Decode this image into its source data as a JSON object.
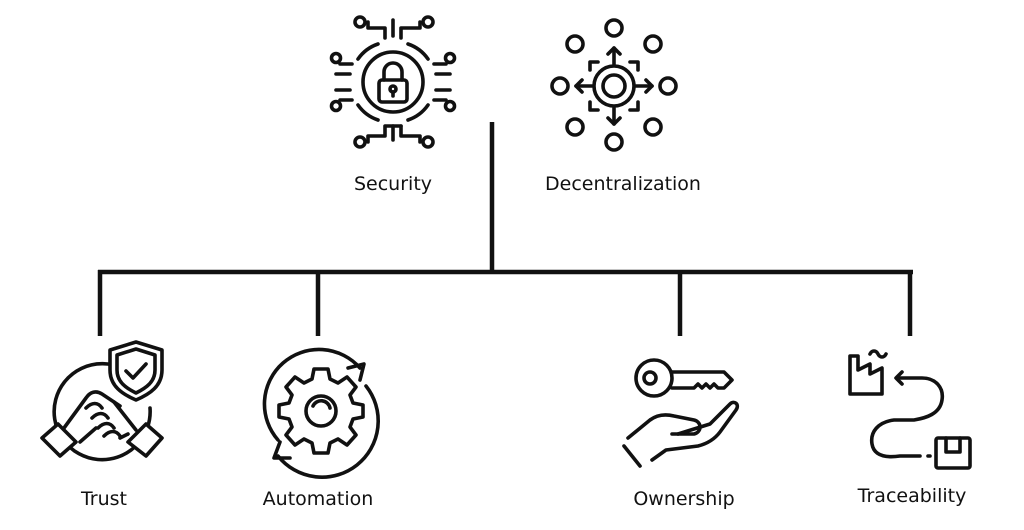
{
  "diagram": {
    "line_color": "#111111",
    "top_items": [
      {
        "id": "security",
        "label": "Security",
        "icon": "circuit-padlock-icon"
      },
      {
        "id": "decentralization",
        "label": "Decentralization",
        "icon": "decentralized-network-icon"
      }
    ],
    "bottom_items": [
      {
        "id": "trust",
        "label": "Trust",
        "icon": "handshake-shield-icon"
      },
      {
        "id": "automation",
        "label": "Automation",
        "icon": "gear-cycle-icon"
      },
      {
        "id": "ownership",
        "label": "Ownership",
        "icon": "key-on-hand-icon"
      },
      {
        "id": "traceability",
        "label": "Traceability",
        "icon": "factory-to-box-path-icon"
      }
    ]
  }
}
